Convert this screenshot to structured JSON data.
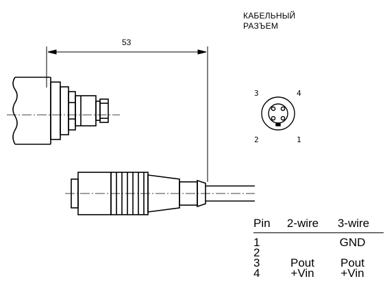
{
  "title": {
    "line1": "КАБЕЛЬНЫЙ",
    "line2": "РАЗЪЕМ"
  },
  "dimension": {
    "value": "53"
  },
  "connector_face": {
    "pins": [
      "1",
      "2",
      "3",
      "4"
    ]
  },
  "pin_table": {
    "headers": [
      "Pin",
      "2-wire",
      "3-wire"
    ],
    "rows": [
      {
        "pin": "1",
        "two_wire": "",
        "three_wire": "GND"
      },
      {
        "pin": "2",
        "two_wire": "",
        "three_wire": ""
      },
      {
        "pin": "3",
        "two_wire": "Pout",
        "three_wire": "Pout"
      },
      {
        "pin": "4",
        "two_wire": "+Vin",
        "three_wire": "+Vin"
      }
    ]
  }
}
